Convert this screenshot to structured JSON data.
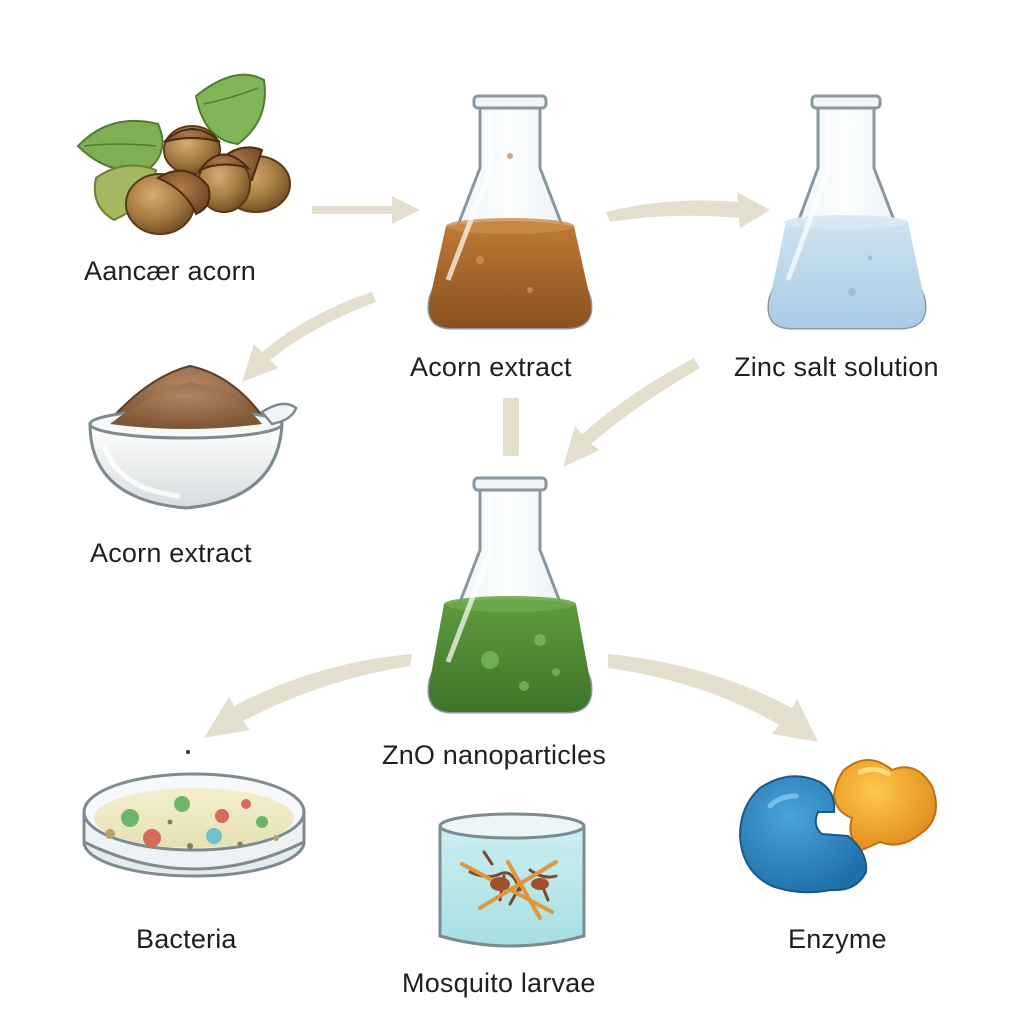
{
  "diagram": {
    "nodes": {
      "acorn": {
        "label": "Aancær acorn",
        "icon": "acorn-icon"
      },
      "extract_flask": {
        "label": "Acorn extract",
        "icon": "flask-brown-icon"
      },
      "zinc_solution": {
        "label": "Zinc salt solution",
        "icon": "flask-blue-icon"
      },
      "acorn_powder": {
        "label": "Acorn extract",
        "icon": "powder-bowl-icon"
      },
      "zno": {
        "label": "ZnO nanoparticles",
        "icon": "flask-green-icon"
      },
      "bacteria": {
        "label": "Bacteria",
        "icon": "petri-dish-icon"
      },
      "larvae": {
        "label": "Mosquito larvae",
        "icon": "larvae-beaker-icon"
      },
      "enzyme": {
        "label": "Enzyme",
        "icon": "enzyme-puzzle-icon"
      }
    },
    "colors": {
      "arrow": "#e4dfcc",
      "extract_liquid": "#a8662a",
      "zinc_liquid": "#b9d7ec",
      "zno_liquid": "#4e8a34"
    }
  }
}
